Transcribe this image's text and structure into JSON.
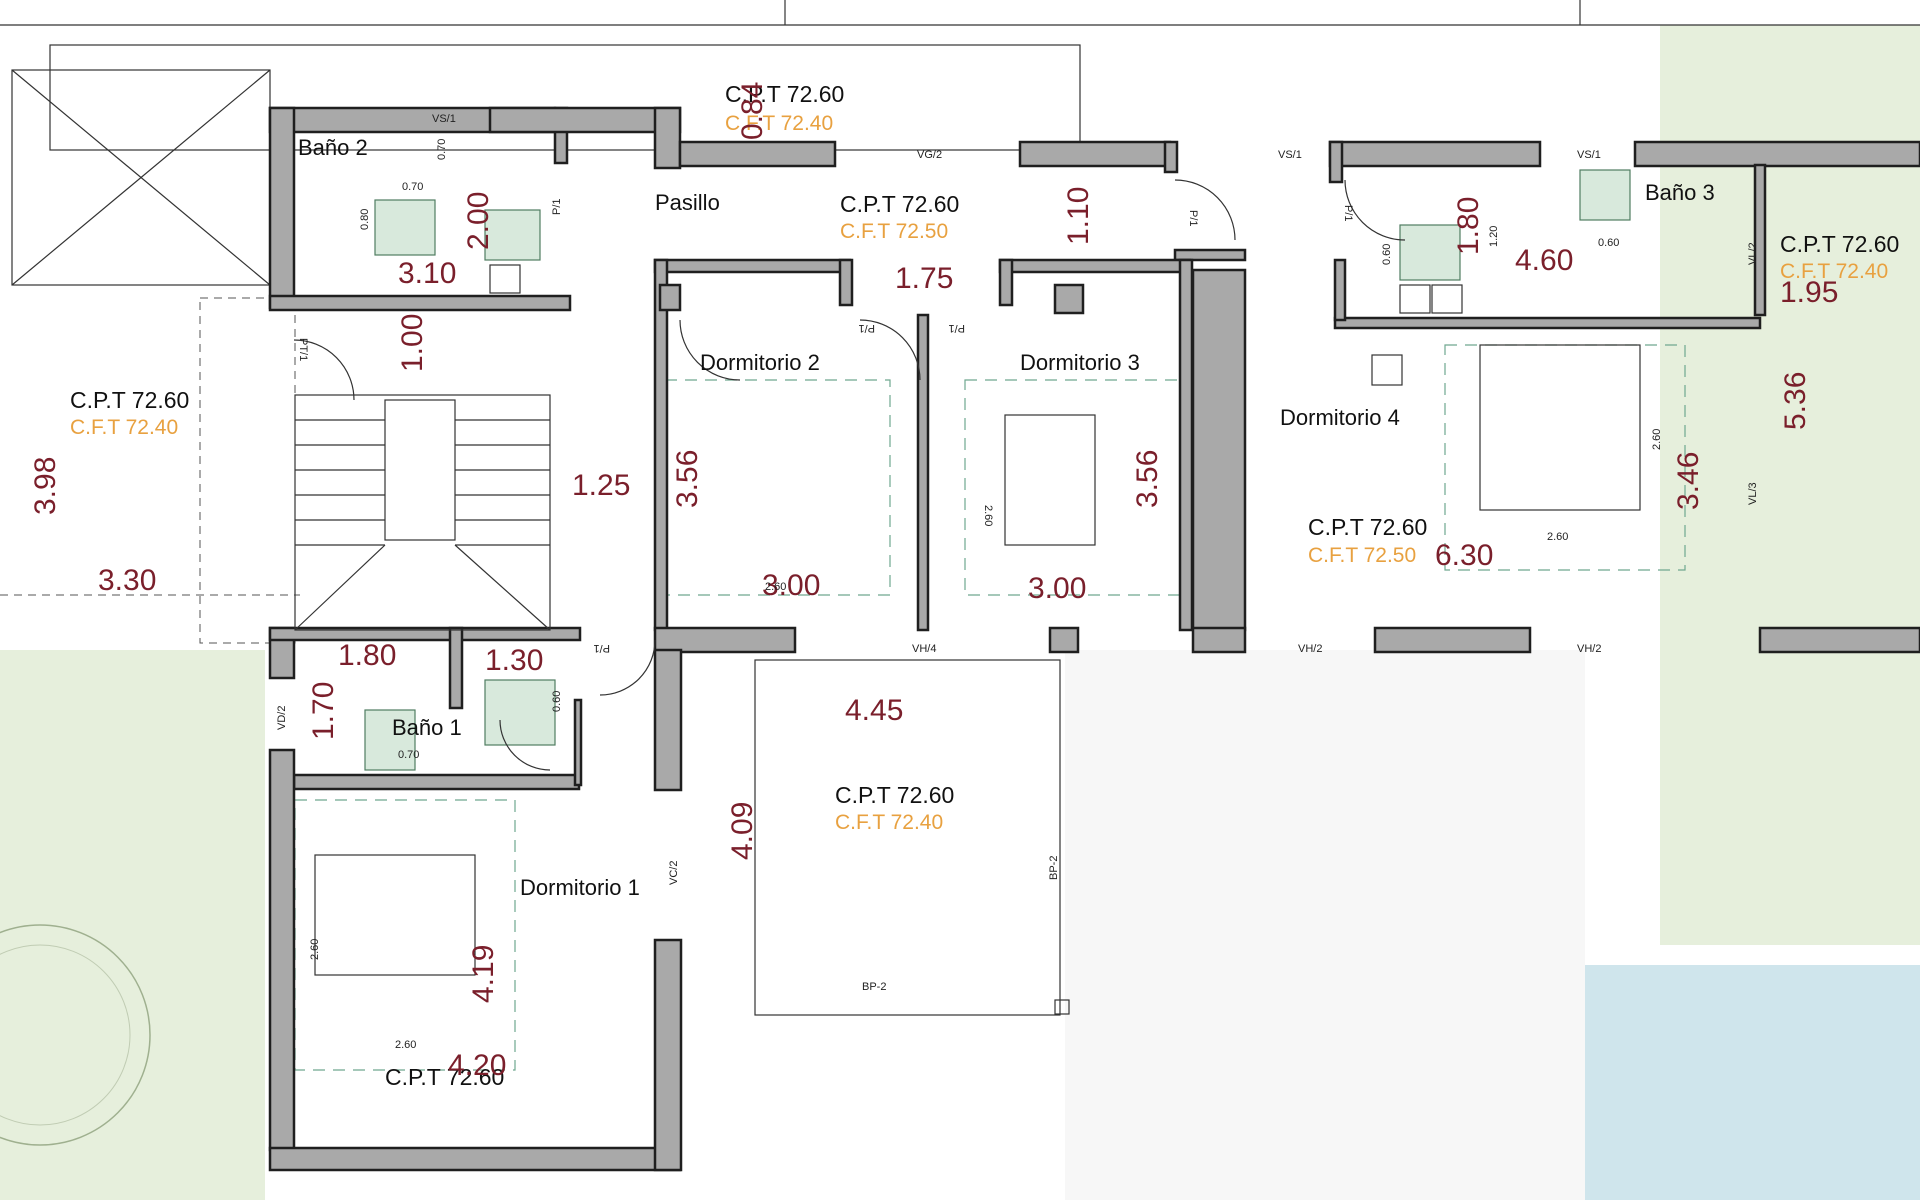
{
  "rooms": {
    "bano2": "Baño 2",
    "pasillo": "Pasillo",
    "dormitorio2": "Dormitorio 2",
    "dormitorio3": "Dormitorio 3",
    "dormitorio4": "Dormitorio 4",
    "bano3": "Baño 3",
    "bano1": "Baño 1",
    "dormitorio1": "Dormitorio 1"
  },
  "levels": [
    {
      "cpt": "C.P.T 72.60",
      "cft": "C.F.T 72.40"
    },
    {
      "cpt": "C.P.T 72.60",
      "cft": "C.F.T 72.50"
    },
    {
      "cpt": "C.P.T 72.60",
      "cft": "C.F.T 72.40"
    },
    {
      "cpt": "C.P.T 72.60",
      "cft": "C.F.T 72.40"
    },
    {
      "cpt": "C.P.T 72.60",
      "cft": "C.F.T 72.50"
    },
    {
      "cpt": "C.P.T 72.60",
      "cft": "C.F.T 72.40"
    },
    {
      "cpt": "C.P.T 72.60",
      "cft": ""
    }
  ],
  "dimensions": {
    "d084": "0.84",
    "d200": "2.00",
    "d310": "3.10",
    "d110": "1.10",
    "d175": "1.75",
    "d180a": "1.80",
    "d460": "4.60",
    "d195": "1.95",
    "d100": "1.00",
    "d536": "5.36",
    "d398": "3.98",
    "d125": "1.25",
    "d356a": "3.56",
    "d356b": "3.56",
    "d346": "3.46",
    "d330": "3.30",
    "d300a": "3.00",
    "d300b": "3.00",
    "d630": "6.30",
    "d180b": "1.80",
    "d130": "1.30",
    "d445": "4.45",
    "d170": "1.70",
    "d409": "4.09",
    "d419": "4.19",
    "d420": "4.20"
  },
  "annotations": {
    "vs1a": "VS/1",
    "vg2": "VG/2",
    "vs1b": "VS/1",
    "vs1c": "VS/1",
    "vl2": "VL/2",
    "vl3": "VL/3",
    "vh4": "VH/4",
    "vh2a": "VH/2",
    "vh2b": "VH/2",
    "vd2": "VD/2",
    "vc2": "VC/2",
    "bp2a": "BP-2",
    "bp2b": "BP-2",
    "p1a": "P/1",
    "p1b": "P/1",
    "p1c": "P/1",
    "p1d": "P/1",
    "p1e": "P/1",
    "pt1": "PT/1",
    "p1f": "P/1",
    "s260a": "2.60",
    "s260b": "2.60",
    "s260c": "2.60",
    "s260d": "2.60",
    "s260e": "2.60",
    "s260f": "2.60",
    "s070a": "0.70",
    "s070b": "0.70",
    "s070c": "0.70",
    "s080a": "0.80",
    "s060a": "0.60",
    "s060b": "0.60",
    "s060c": "0.60",
    "s120": "1.20"
  },
  "colors": {
    "wall_fill": "#a9a9a9",
    "cft_text": "#e8a140",
    "dimension_text": "#7a1f2b",
    "garden": "#e6efdc",
    "pool": "#cfe5ec"
  }
}
